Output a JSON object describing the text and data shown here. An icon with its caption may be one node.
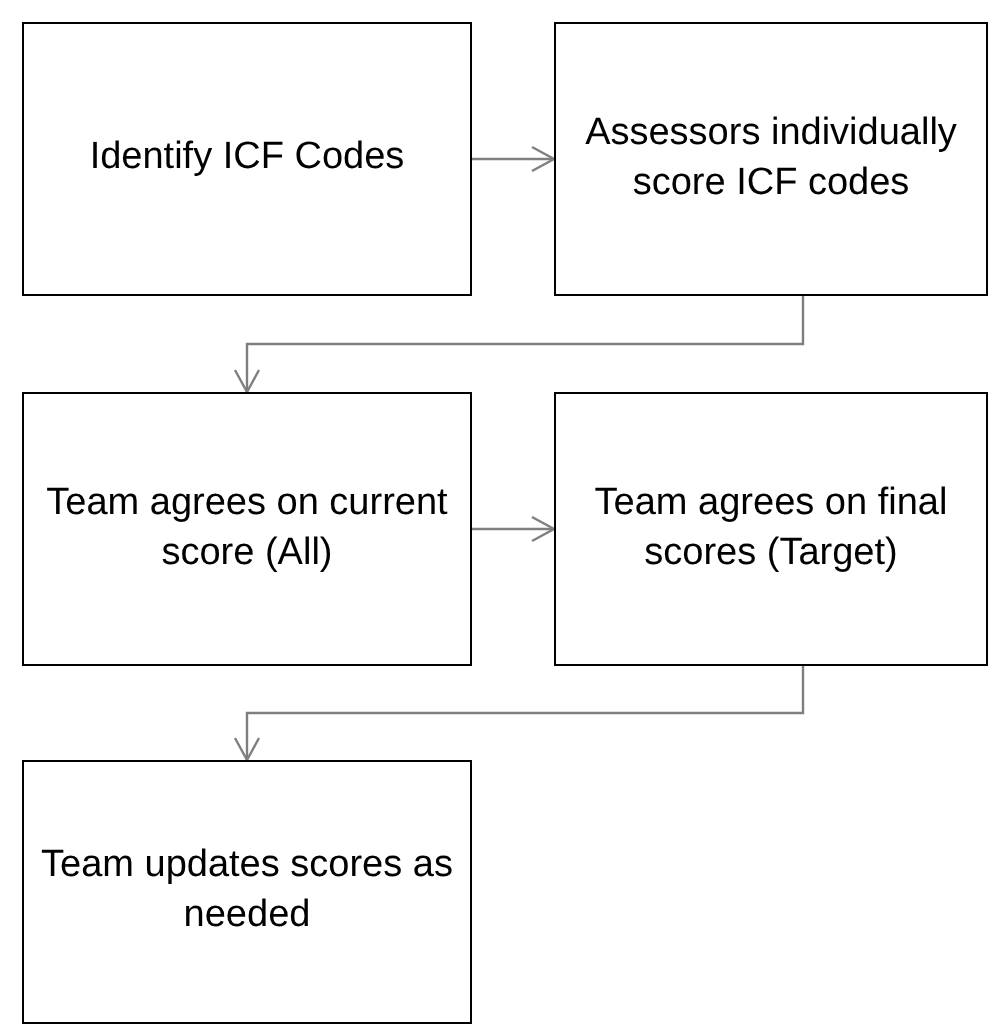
{
  "diagram": {
    "nodes": [
      {
        "text": [
          "Identify ICF Codes"
        ]
      },
      {
        "text": [
          "Assessors individually score ICF codes"
        ]
      },
      {
        "text": [
          "Team agrees on current score (All)"
        ]
      },
      {
        "text": [
          "Team agrees on final scores (Target)"
        ]
      },
      {
        "text": [
          "Team updates scores as needed"
        ]
      }
    ],
    "edges": [
      {
        "from": 0,
        "to": 1,
        "arrow": "to"
      },
      {
        "from": 1,
        "to": 2,
        "arrow": "to"
      },
      {
        "from": 2,
        "to": 3,
        "arrow": "to"
      },
      {
        "from": 3,
        "to": 4,
        "arrow": "to"
      }
    ]
  }
}
